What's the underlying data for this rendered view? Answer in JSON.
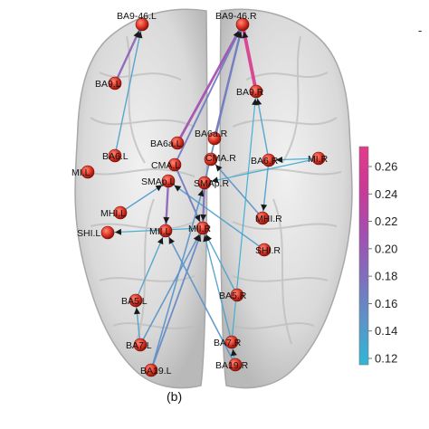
{
  "panel_label": "(b)",
  "corner_mark": "-",
  "colorbar": {
    "ticks": [
      "0.26",
      "0.24",
      "0.22",
      "0.20",
      "0.18",
      "0.16",
      "0.14",
      "0.12"
    ],
    "range": [
      0.12,
      0.27
    ],
    "colors": [
      "#2fb7d6",
      "#5a94c8",
      "#7f6fbd",
      "#a34fb0",
      "#c93a98",
      "#e23b8a"
    ]
  },
  "nodes": [
    {
      "id": "BA9-46.L",
      "label": "BA9-46.L"
    },
    {
      "id": "BA9-46.R",
      "label": "BA9-46.R"
    },
    {
      "id": "BA9.L",
      "label": "BA9.L"
    },
    {
      "id": "BA9.R",
      "label": "BA9.R"
    },
    {
      "id": "BA6.L",
      "label": "BA6.L"
    },
    {
      "id": "BA6.R",
      "label": "BA6.R"
    },
    {
      "id": "BA6a.L",
      "label": "BA6a.L"
    },
    {
      "id": "BA6a.R",
      "label": "BA6a.R"
    },
    {
      "id": "CMA.L",
      "label": "CMA.L"
    },
    {
      "id": "CMA.R",
      "label": "CMA.R"
    },
    {
      "id": "MI.L",
      "label": "MI.L"
    },
    {
      "id": "MI.R",
      "label": "MI.R"
    },
    {
      "id": "SMAp.L",
      "label": "SMAp.L"
    },
    {
      "id": "SMAp.R",
      "label": "SMAp.R"
    },
    {
      "id": "MHI.L",
      "label": "MHI.L"
    },
    {
      "id": "MHI.R",
      "label": "MHI.R"
    },
    {
      "id": "SHI.L",
      "label": "SHI.L"
    },
    {
      "id": "SHI.R",
      "label": "SHI.R"
    },
    {
      "id": "MII.L",
      "label": "MII.L"
    },
    {
      "id": "MII.R",
      "label": "MII.R"
    },
    {
      "id": "BA5.L",
      "label": "BA5.L"
    },
    {
      "id": "BA5.R",
      "label": "BA5.R"
    },
    {
      "id": "BA7.L",
      "label": "BA7.L"
    },
    {
      "id": "BA7.R",
      "label": "BA7.R"
    },
    {
      "id": "BA19.L",
      "label": "BA19.L"
    },
    {
      "id": "BA19.R",
      "label": "BA19.R"
    }
  ],
  "edges": [
    {
      "from": "BA9.L",
      "to": "BA9-46.L",
      "weight": 0.19
    },
    {
      "from": "BA6.L",
      "to": "BA9-46.L",
      "weight": 0.14
    },
    {
      "from": "BA9.R",
      "to": "BA9-46.R",
      "weight": 0.26
    },
    {
      "from": "BA6a.L",
      "to": "BA9-46.R",
      "weight": 0.21
    },
    {
      "from": "BA6a.R",
      "to": "BA9-46.R",
      "weight": 0.19
    },
    {
      "from": "CMA.L",
      "to": "BA9-46.R",
      "weight": 0.17
    },
    {
      "from": "SMAp.R",
      "to": "BA9-46.R",
      "weight": 0.16
    },
    {
      "from": "BA6.R",
      "to": "BA9.R",
      "weight": 0.14
    },
    {
      "from": "MI.R",
      "to": "BA6.R",
      "weight": 0.13
    },
    {
      "from": "MI.R",
      "to": "SMAp.R",
      "weight": 0.13
    },
    {
      "from": "BA6.R",
      "to": "MHI.R",
      "weight": 0.14
    },
    {
      "from": "SHI.R",
      "to": "SMAp.L",
      "weight": 0.14
    },
    {
      "from": "MHI.R",
      "to": "CMA.R",
      "weight": 0.15
    },
    {
      "from": "MHI.L",
      "to": "SMAp.L",
      "weight": 0.14
    },
    {
      "from": "SMAp.L",
      "to": "MII.L",
      "weight": 0.19
    },
    {
      "from": "SMAp.R",
      "to": "MII.R",
      "weight": 0.18
    },
    {
      "from": "CMA.L",
      "to": "MII.R",
      "weight": 0.17
    },
    {
      "from": "MII.R",
      "to": "SHI.L",
      "weight": 0.13
    },
    {
      "from": "BA5.L",
      "to": "MII.L",
      "weight": 0.14
    },
    {
      "from": "BA7.L",
      "to": "MII.R",
      "weight": 0.15
    },
    {
      "from": "BA19.L",
      "to": "MII.R",
      "weight": 0.16
    },
    {
      "from": "BA19.L",
      "to": "SMAp.R",
      "weight": 0.15
    },
    {
      "from": "BA5.R",
      "to": "MII.R",
      "weight": 0.14
    },
    {
      "from": "BA7.R",
      "to": "MII.R",
      "weight": 0.14
    },
    {
      "from": "BA19.R",
      "to": "MII.L",
      "weight": 0.15
    },
    {
      "from": "BA7.R",
      "to": "BA9.R",
      "weight": 0.13
    },
    {
      "from": "BA7.L",
      "to": "BA5.L",
      "weight": 0.14
    },
    {
      "from": "BA19.R",
      "to": "BA7.R",
      "weight": 0.13
    }
  ]
}
